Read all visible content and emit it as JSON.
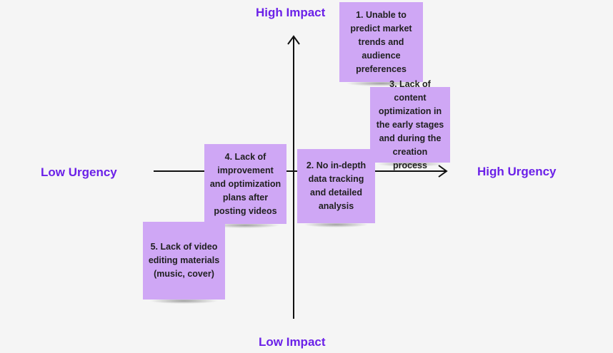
{
  "axes": {
    "top": "High Impact",
    "bottom": "Low Impact",
    "left": "Low Urgency",
    "right": "High Urgency"
  },
  "notes": [
    {
      "text": "1. Unable to predict market trends and audience preferences"
    },
    {
      "text": "2. No in-depth data tracking and detailed analysis"
    },
    {
      "text": "3. Lack of content optimization in the early stages and during the creation process"
    },
    {
      "text": "4. Lack of improvement and optimization plans after posting videos"
    },
    {
      "text": "5. Lack of video editing materials (music, cover)"
    }
  ],
  "colors": {
    "axis_label": "#6b21e8",
    "note_fill": "#cfa7f5",
    "axis_line": "#111111",
    "background": "#f5f5f5"
  }
}
